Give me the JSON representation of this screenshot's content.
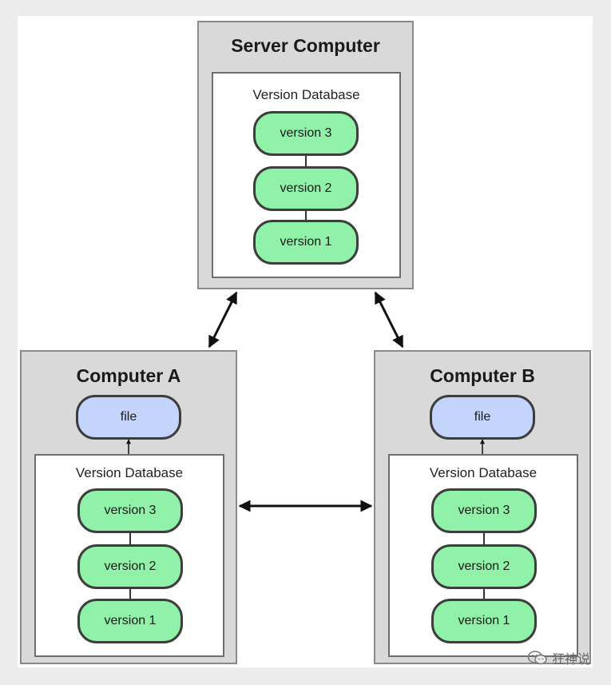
{
  "server": {
    "title": "Server Computer",
    "database": {
      "title": "Version Database",
      "versions": [
        "version 3",
        "version 2",
        "version 1"
      ]
    }
  },
  "computer_a": {
    "title": "Computer A",
    "file": "file",
    "database": {
      "title": "Version Database",
      "versions": [
        "version 3",
        "version 2",
        "version 1"
      ]
    }
  },
  "computer_b": {
    "title": "Computer B",
    "file": "file",
    "database": {
      "title": "Version Database",
      "versions": [
        "version 3",
        "version 2",
        "version 1"
      ]
    }
  },
  "watermark": {
    "icon": "wechat-icon",
    "text": "狂神说"
  },
  "colors": {
    "computer_bg": "#d9d9d9",
    "version_pill": "#8ff2a8",
    "file_pill": "#c3d5fb"
  }
}
